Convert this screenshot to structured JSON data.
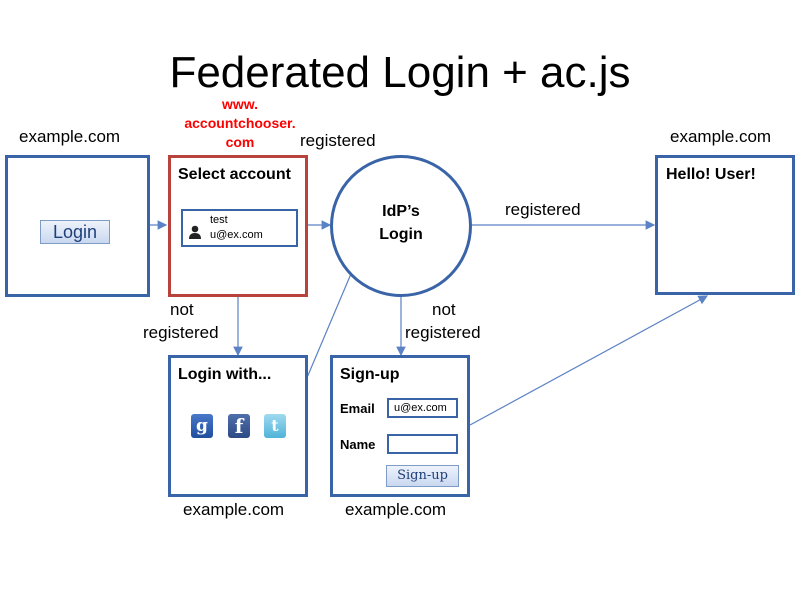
{
  "title": "Federated Login + ac.js",
  "domains": {
    "left": "example.com",
    "right": "example.com",
    "login_with": "example.com",
    "signup": "example.com"
  },
  "accountchooser": {
    "line1": "www.",
    "line2": "accountchooser.",
    "line3": "com"
  },
  "login_box": {
    "button": "Login"
  },
  "select_account": {
    "title": "Select account",
    "account_name": "test",
    "account_email": "u@ex.com"
  },
  "idp": {
    "line1": "IdP’s",
    "line2": "Login"
  },
  "hello": {
    "title": "Hello! User!"
  },
  "login_with": {
    "title": "Login with..."
  },
  "signup": {
    "title": "Sign-up",
    "email_label": "Email",
    "email_value": "u@ex.com",
    "name_label": "Name",
    "name_value": "",
    "button": "Sign-up"
  },
  "edge_labels": {
    "registered_top": "registered",
    "registered_right": "registered",
    "not_left_1": "not",
    "not_left_2": "registered",
    "not_right_1": "not",
    "not_right_2": "registered"
  },
  "colors": {
    "box_border": "#3a64a8",
    "select_border": "#b8433d",
    "accent_red": "#ff0000"
  }
}
